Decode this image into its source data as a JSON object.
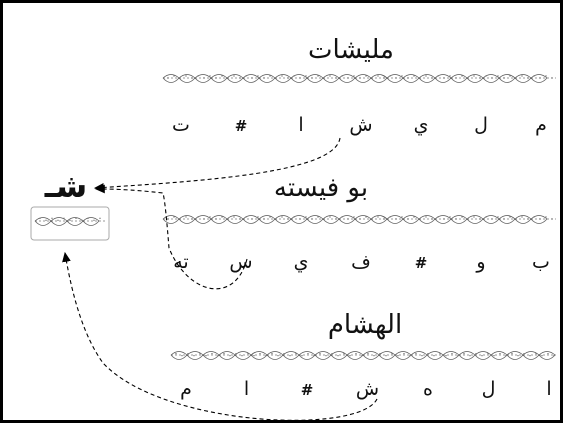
{
  "diagram": {
    "rows": [
      {
        "word": "مليشات",
        "letters": [
          "م",
          "ل",
          "ي",
          "ش",
          "ا",
          "#",
          "ت"
        ]
      },
      {
        "word": "بو فيسته",
        "letters": [
          "ب",
          "و",
          "#",
          "ف",
          "ي",
          "س",
          "ته"
        ]
      },
      {
        "word": "الهشام",
        "letters": [
          "ا",
          "ل",
          "ه",
          "ش",
          "#",
          "ا",
          "م"
        ]
      }
    ],
    "merged": {
      "word": "شـ"
    }
  },
  "colors": {
    "ink": "#111111",
    "band": "#666666",
    "frame": "#000000"
  }
}
